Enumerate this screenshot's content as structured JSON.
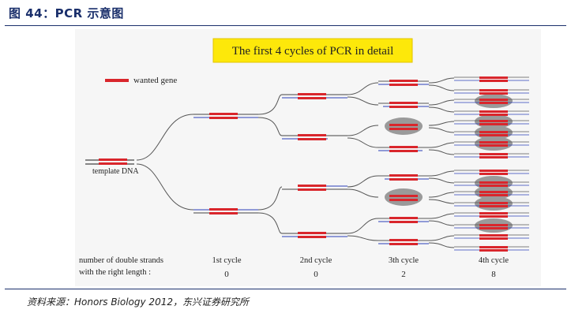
{
  "caption": "图 44：PCR 示意图",
  "source": "资料来源：Honors Biology 2012，东兴证券研究所",
  "diagram": {
    "title": "The first 4 cycles of PCR in detail",
    "legend": "wanted gene",
    "template_label": "template DNA",
    "row_label_1": "number of double strands",
    "row_label_2": "with the right length :",
    "cycles": [
      "1st cycle",
      "2nd cycle",
      "3th cycle",
      "4th cycle"
    ],
    "counts": [
      "0",
      "0",
      "2",
      "8"
    ],
    "colors": {
      "wanted_gene": "#d9262c",
      "primer": "#2a3fb8",
      "highlight": "#9a9a9a",
      "title_bg": "#fde80a"
    }
  }
}
